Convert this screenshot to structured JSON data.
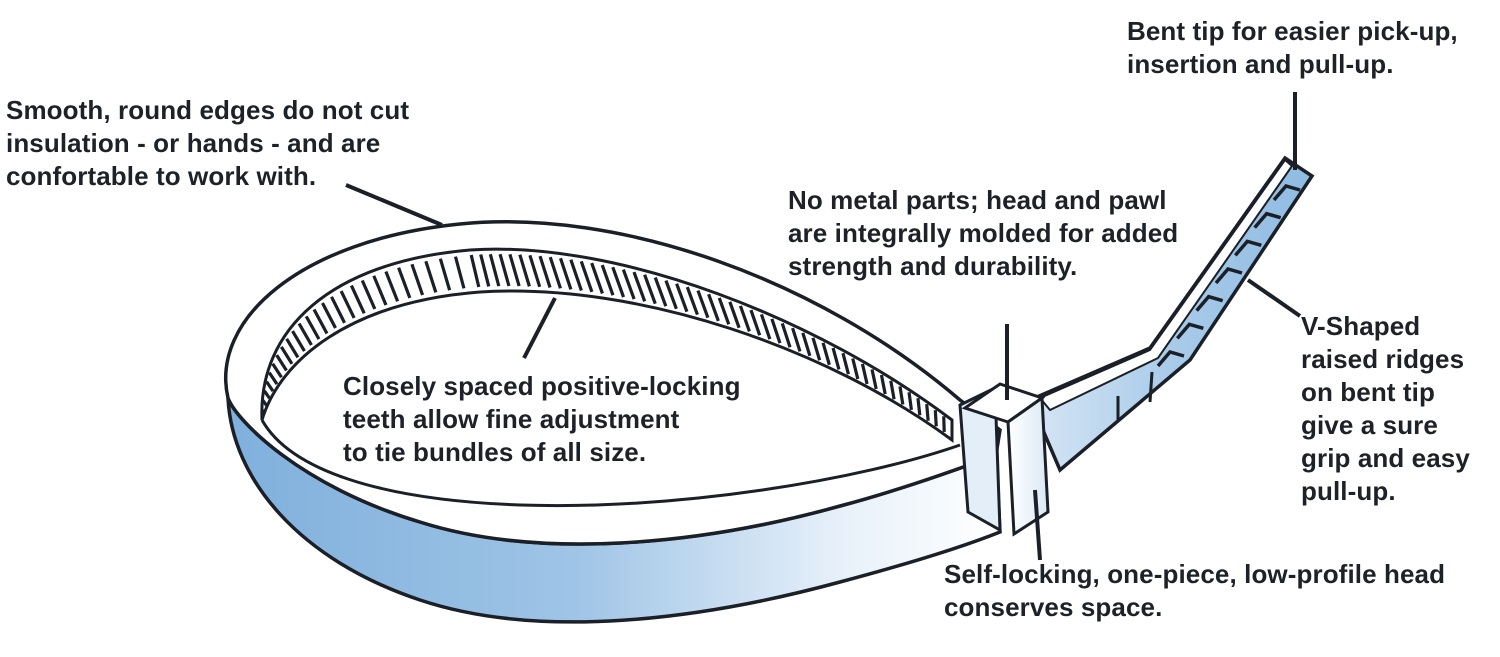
{
  "diagram": {
    "annotations": [
      {
        "id": "bent-tip",
        "lines": [
          "Bent tip for easier pick-up,",
          "insertion and pull-up."
        ]
      },
      {
        "id": "smooth-edges",
        "lines": [
          "Smooth, round edges do not cut",
          "insulation - or hands - and are",
          "confortable to work with."
        ]
      },
      {
        "id": "no-metal",
        "lines": [
          "No metal parts; head and pawl",
          "are integrally molded for added",
          "strength and durability."
        ]
      },
      {
        "id": "teeth",
        "lines": [
          "Closely spaced positive-locking",
          "teeth allow fine adjustment",
          "to tie bundles of all size."
        ]
      },
      {
        "id": "v-ridges",
        "lines": [
          "V-Shaped",
          "raised ridges",
          "on bent tip",
          "give a sure",
          "grip and easy",
          "pull-up."
        ]
      },
      {
        "id": "head",
        "lines": [
          "Self-locking, one-piece, low-profile head",
          "conserves space."
        ]
      }
    ],
    "colors": {
      "strap_shade": "#7fb0dc",
      "strap_light": "#e8f1fa",
      "outline": "#1b1f27",
      "text": "#1e2127"
    }
  }
}
